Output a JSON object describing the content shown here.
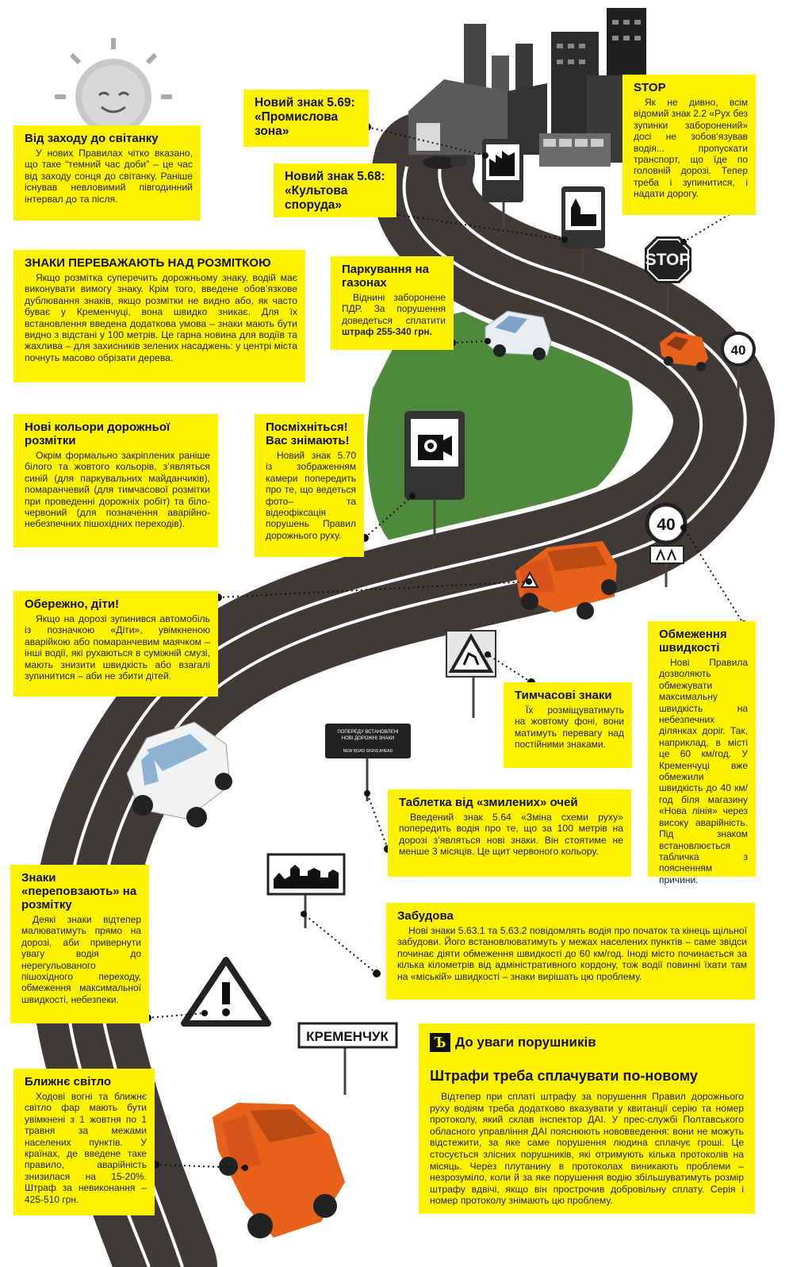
{
  "boxes": {
    "dusk": {
      "title": "Від заходу до світанку",
      "text": "У нових Правилах чітко вказано, що таке “темний час доби” – це час від заходу сонця до світанку. Раніше існував невловимий півгодинний інтервал до та після."
    },
    "zone": {
      "title": "Новий знак 5.69: «Промислова зона»"
    },
    "cult": {
      "title": "Новий знак 5.68: «Культова споруда»"
    },
    "stop": {
      "title": "STOP",
      "text": "Як не дивно, всім відомий знак 2.2 «Рух без зупинки заборонений» досі не зобов’язував водія... пропускати транспорт, що їде по головній дорозі. Тепер треба і зупинитися, і надати дорогу."
    },
    "signs_over": {
      "title": "ЗНАКИ ПЕРЕВАЖАЮТЬ НАД РОЗМІТКОЮ",
      "text": "Якщо розмітка суперечить дорожньому знаку, водій має виконувати вимогу знаку. Крім того, введене обов’язкове дублювання знаків, якщо розмітки не видно або, як часто буває у Кременчуці, вона швидко зникає. Для їх встановлення введена додаткова умова – знаки мають бути видно з відстані у 100 метрів. Це гарна новина для водіїв та жахлива – для захисників зелених насаджень: у центрі міста почнуть масово обрізати дерева."
    },
    "parking": {
      "title": "Паркування на газонах",
      "text": "Віднині заборонене ПДР. За порушення доведеться сплатити",
      "fine": "штраф 255-340 грн."
    },
    "colors": {
      "title": "Нові кольори дорожньої розмітки",
      "text": "Окрім формально закріплених раніше білого та жовтого кольорів, з’являться синій (для паркувальних майданчиків), помаранчевий (для тимчасової розмітки при проведенні дорожніх робіт) та біло-червоний (для позначення аварійно-небезпечних пішохідних переходів)."
    },
    "smile": {
      "title": "Посміхніться! Вас знімають!",
      "text": "Новий знак 5.70 із зображенням камери попередить про те, що ведеться фото– та відеофіксація порушень Правил дорожнього руху."
    },
    "children": {
      "title": "Обережно, діти!",
      "text": "Якщо на дорозі зупинився автомобіль із позначкою «Діти», увімкненою аварійкою або помаранчевим маячком – інші водії, які рухаються в суміжній смузі, мають знизити швидкість або взагалі зупинитися – аби не збити дітей."
    },
    "speed": {
      "title": "Обмеження швидкості",
      "text": "Нові Правила дозволяють обмежувати максимальну швидкість на небезпечних ділянках доріг. Так, наприклад, в місті це 60 км/год. У Кременчуці вже обмежили швидкість до 40 км/год біля магазину «Нова лінія» через високу аварійність. Під знаком встановлюється табличка з поясненням причини."
    },
    "temp": {
      "title": "Тимчасові знаки",
      "text": "Їх розміщуватимуть на жовтому фоні, вони матимуть перевагу над постійними знаками."
    },
    "pill": {
      "title": "Таблетка від «змилених» очей",
      "text": "Введений знак 5.64 «Зміна схеми руху» попередить водія про те, що за 100 метрів на дорозі з’являться нові знаки. Він стоятиме не менше 3 місяців. Це щит червоного кольору."
    },
    "crawl": {
      "title": "Знаки «переповзають» на розмітку",
      "text": "Деякі знаки відтепер малюватимуть прямо на дорозі, аби привернути увагу водія до нерегульованого пішохідного переходу, обмеження максимальної швидкості, небезпеки."
    },
    "build": {
      "title": "Забудова",
      "text": "Нові знаки 5.63.1 та 5.63.2 повідомлять водія про початок та кінець щільної забудови. Його встановлюватимуть у межах населених пунктів – саме звідси починає діяти обмеження швидкості до 60 км/год. Іноді місто починається за кілька кілометрів від адміністративного кордону, тож водії повинні їхати там на «міській» швидкості – знаки вирішать цю проблему."
    },
    "light": {
      "title": "Ближнє світло",
      "text": "Ходові вогні та ближнє світло фар мають бути увімкнені з 1 жовтня по 1 травня за межами населених пунктів. У країнах, де введене таке правило, аварійність знизилася на 15-20%. Штраф за невиконання – 425-510 грн."
    }
  },
  "fines": {
    "logo": "Ъ",
    "section": "До уваги порушників",
    "headline": "Штрафи треба сплачувати по-новому",
    "text": "Відтепер при сплаті штрафу за порушення Правил дорожнього руху водіям треба додатково вказувати у квитанції серію та номер протоколу, який склав інспектор ДАІ. У прес-службі Полтавського обласного управління ДАІ пояснюють нововведення: вони не можуть відстежити, за яке саме порушення людина сплачує гроші. Це стосується злісних порушників, які отримують кілька протоколів на місяць. Через плутанину в протоколах виникають проблеми – незрозуміло, коли й за яке порушення водію збільшуватимуть розмір штрафу вдвічі, якщо він прострочив добровільну сплату. Серія і номер протоколу знімають цю проблему."
  },
  "signs": {
    "stop": "STOP",
    "speed1": "40",
    "speed2": "40",
    "city": "КРЕМЕНЧУК",
    "board_line1": "ПОПЕРЕДУ ВСТАНОВЛЕНІ",
    "board_line2": "НОВІ ДОРОЖНІ ЗНАКИ",
    "board_line3": "NEW ROAD SIGNS AHEAD"
  },
  "colors": {
    "yellow": "#fff200",
    "road": "#3f3937",
    "lawn": "#4f8a3c",
    "car_orange": "#e8611a",
    "building": "#2c2c2c"
  }
}
